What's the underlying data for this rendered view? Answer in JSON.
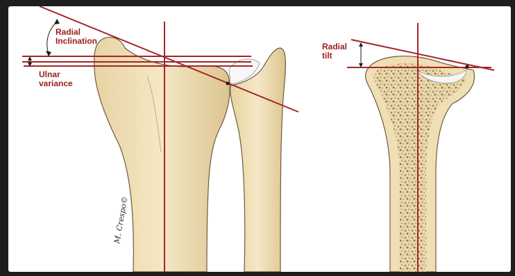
{
  "labels": {
    "radial_inclination": [
      "Radial",
      "Inclination"
    ],
    "ulnar_variance": [
      "Ulnar",
      "variance"
    ],
    "radial_tilt": [
      "Radial",
      "tilt"
    ]
  },
  "signature": "M. Crespo©",
  "colors": {
    "line": "#a3262a",
    "bone_fill": "#f0dfb4",
    "bone_outline": "#6e5a3c",
    "marrow": "#b89a70",
    "cartilage": "#f7f7f7"
  }
}
